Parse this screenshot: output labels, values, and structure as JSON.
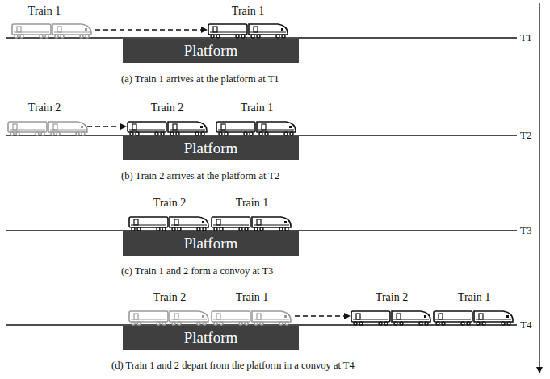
{
  "diagram": {
    "nodes": [
      {
        "text": [
          "Platform"
        ]
      },
      {
        "text": [
          "Platform"
        ]
      },
      {
        "text": [
          "Platform"
        ]
      },
      {
        "text": [
          "Platform"
        ]
      }
    ],
    "labels": [
      "Train 1",
      "Train 1",
      "T1",
      "(a) Train 1 arrives at the platform at T1",
      "Train 2",
      "Train 2",
      "Train 1",
      "T2",
      "(b) Train 2 arrives at the platform at T2",
      "Train 2",
      "Train 1",
      "T3",
      "(c) Train 1 and 2 form a convoy at T3",
      "Train 2",
      "Train 1",
      "Train 2",
      "Train 1",
      "T4",
      "(d) Train 1 and 2 depart from the platform in a convoy at T4"
    ]
  }
}
